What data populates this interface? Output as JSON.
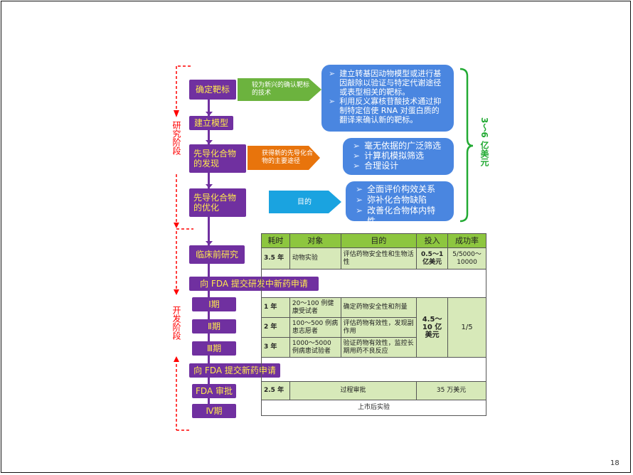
{
  "stages": {
    "research": "研究阶段",
    "development": "开发阶段",
    "cost_time": "3～6 亿美元"
  },
  "flow": {
    "target": "确定靶标",
    "model": "建立模型",
    "lead_discovery": "先导化合物的发现",
    "lead_optimization": "先导化合物的优化",
    "preclinical": "临床前研究",
    "ind_submit": "向 FDA 提交研发中新药申请",
    "phase1": "Ⅰ期",
    "phase2": "Ⅱ期",
    "phase3": "Ⅲ期",
    "nda_submit": "向 FDA 提交新药申请",
    "fda_review": "FDA 审批",
    "phase4": "Ⅳ期"
  },
  "pointers": {
    "target": "较为新兴的确认靶标的技术",
    "lead_discovery": "获得新的先导化合物的主要途径",
    "lead_optimization": "目的"
  },
  "boxes": {
    "target": [
      "建立转基因动物模型或进行基因敲除以验证与特定代谢途径或表型相关的靶标。",
      "利用反义寡核苷酸技术通过抑制特定信使 RNA 对蛋白质的翻译来确认新的靶标。"
    ],
    "discovery": [
      "毫无依据的广泛筛选",
      "计算机模拟筛选",
      "合理设计"
    ],
    "optimization": [
      "全面评价构效关系",
      "弥补化合物缺陷",
      "改善化合物体内特性"
    ]
  },
  "table": {
    "headers": [
      "耗时",
      "对象",
      "目的",
      "投入",
      "成功率"
    ],
    "preclinical": [
      "3.5 年",
      "动物实验",
      "评估药物安全性和生物活性",
      "0.5～1 亿美元",
      "5/5000～10000"
    ],
    "phase1": [
      "1 年",
      "20～100 例健康受试者",
      "确定药物安全性和剂量"
    ],
    "phase2": [
      "2 年",
      "100～500 例病患志愿者",
      "评估药物有效性，发现副作用"
    ],
    "phase3": [
      "3 年",
      "1000～5000 例病患试验者",
      "验证药物有效性，监控长期用药不良反应"
    ],
    "clinical_cost": "4.5～10 亿美元",
    "clinical_rate": "1/5",
    "review": [
      "2.5 年",
      "过程审批",
      "35 万美元"
    ],
    "postmarket": "上市后实验"
  },
  "page_number": "18",
  "colors": {
    "purple": "#7030a0",
    "yellow_text": "#ffe94d",
    "green": "#8dc63f",
    "blue": "#4a86e0",
    "red": "#ff0000"
  }
}
